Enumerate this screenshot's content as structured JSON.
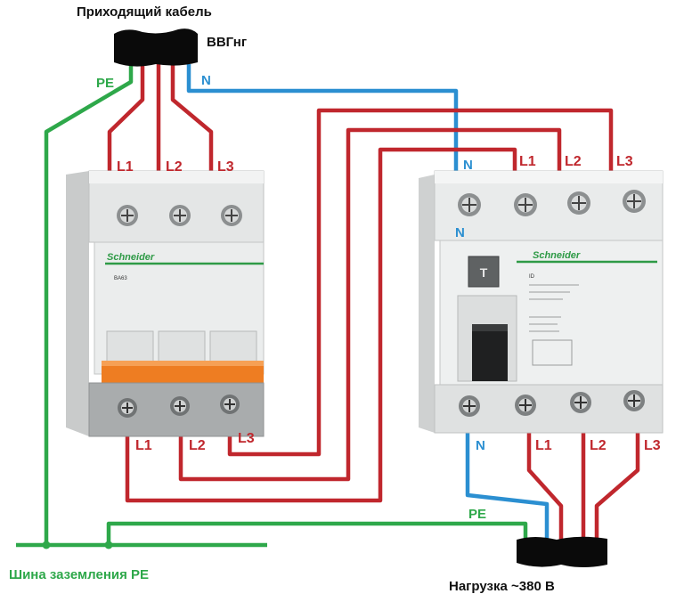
{
  "header": {
    "incoming_cable": "Приходящий кабель",
    "cable_type": "ВВГнг"
  },
  "wires": {
    "pe": "PE",
    "n": "N",
    "l1": "L1",
    "l2": "L2",
    "l3": "L3"
  },
  "breaker": {
    "brand": "Schneider",
    "model": "BA63"
  },
  "rcd": {
    "brand": "Schneider",
    "model": "ID",
    "test_button": "T"
  },
  "footer": {
    "ground_bus": "Шина заземления PE",
    "load": "Нагрузка ~380 В"
  },
  "colors": {
    "phase": "#c0272d",
    "neutral": "#2b8fd1",
    "ground": "#2ea84a",
    "cable": "#0a0a0a",
    "handle": "#ee7d22",
    "brand_green": "#2e9a46"
  }
}
